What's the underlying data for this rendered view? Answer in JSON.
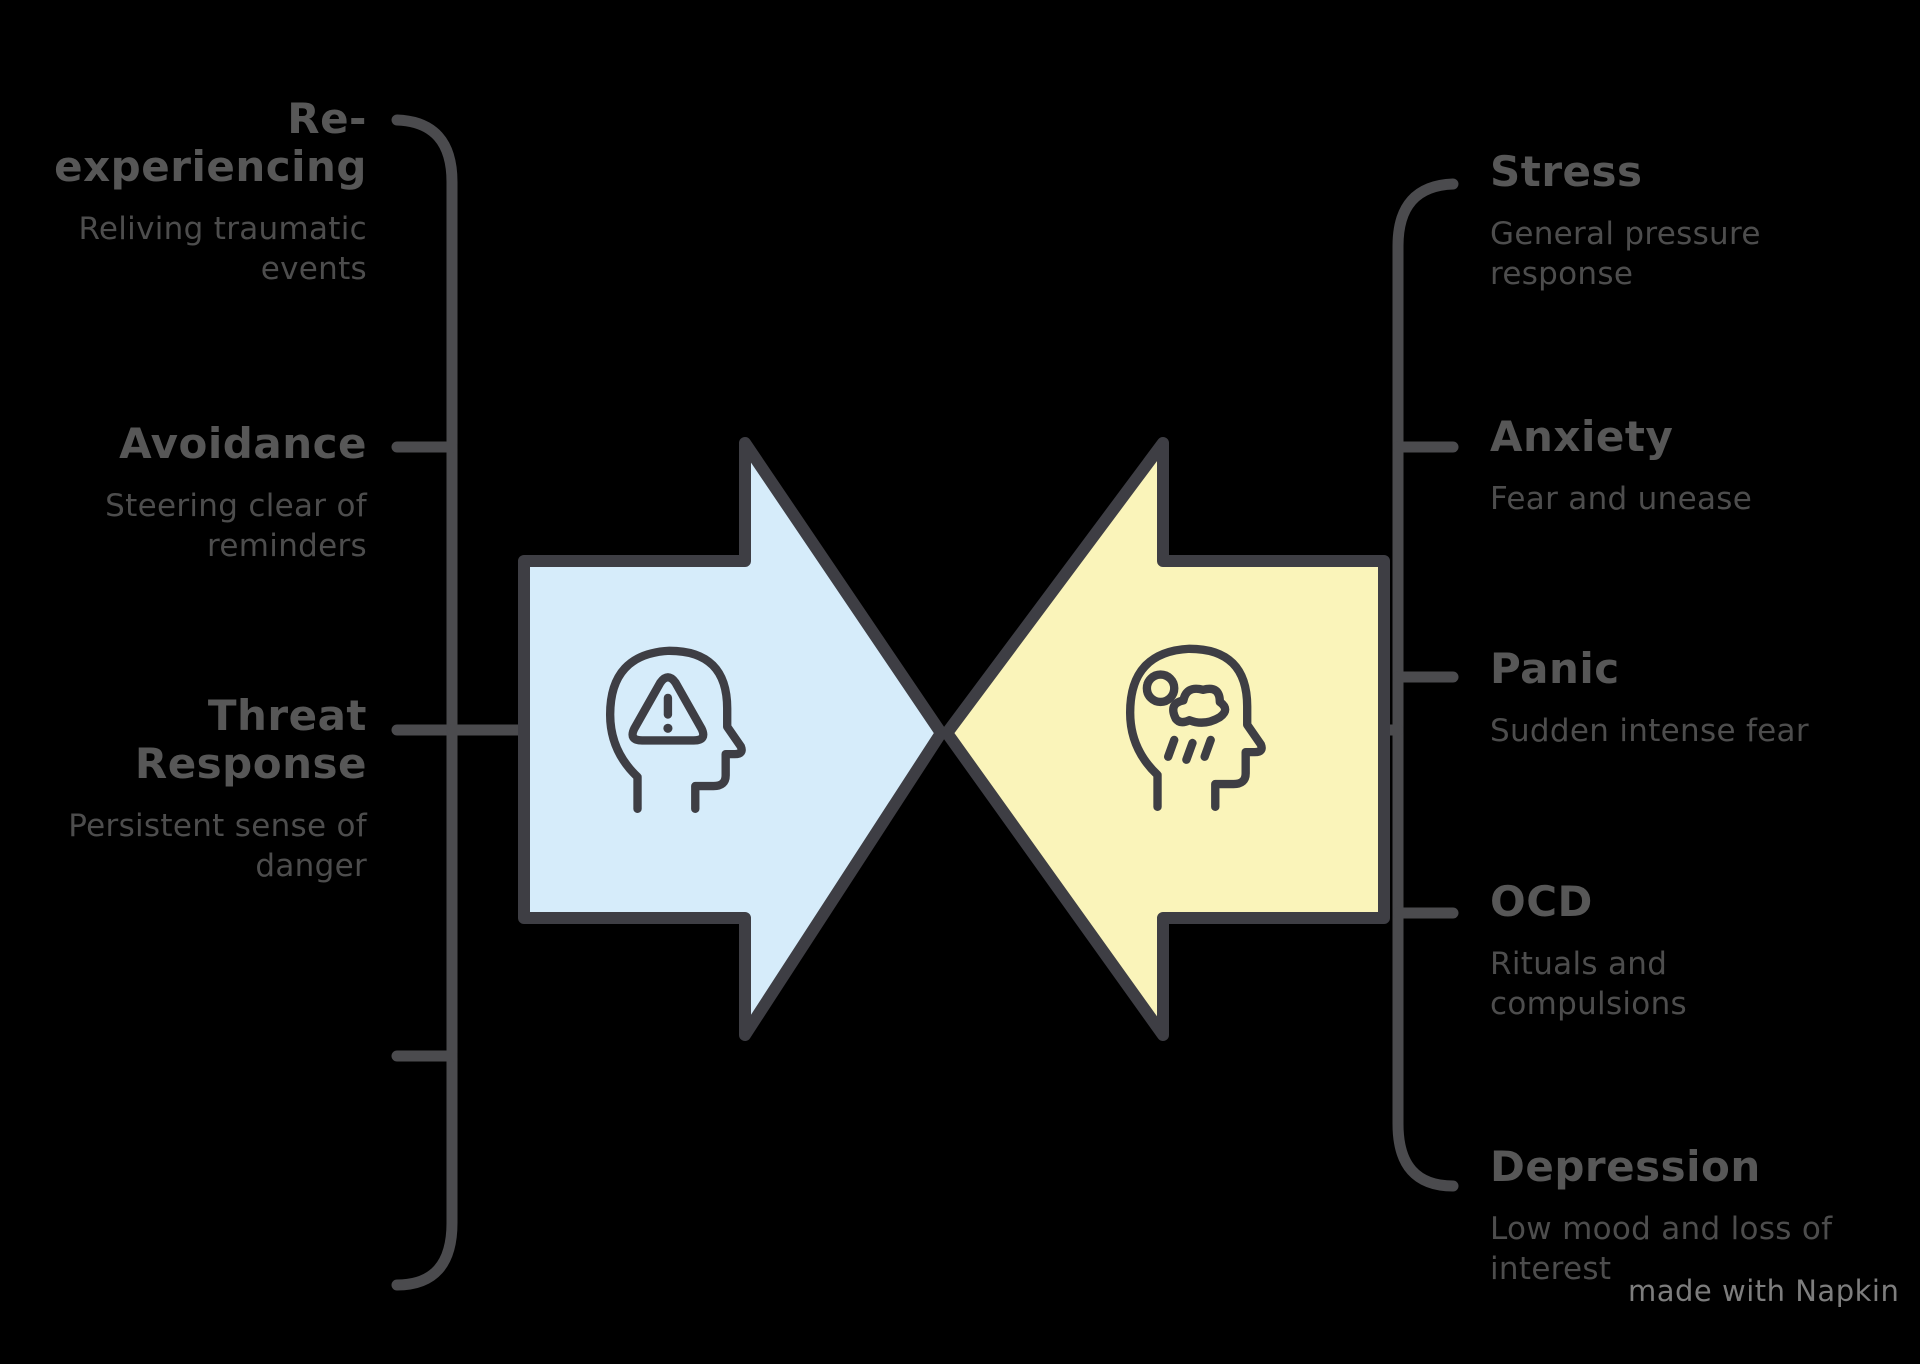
{
  "diagram": {
    "left_panel": {
      "items": [
        {
          "title": "Re-experiencing",
          "subtitle": "Reliving traumatic events"
        },
        {
          "title": "Avoidance",
          "subtitle": "Steering clear of reminders"
        },
        {
          "title": "Threat Response",
          "subtitle": "Persistent sense of danger"
        }
      ]
    },
    "right_panel": {
      "items": [
        {
          "title": "Stress",
          "subtitle": "General pressure response"
        },
        {
          "title": "Anxiety",
          "subtitle": "Fear and unease"
        },
        {
          "title": "Panic",
          "subtitle": "Sudden intense fear"
        },
        {
          "title": "OCD",
          "subtitle": "Rituals and compulsions"
        },
        {
          "title": "Depression",
          "subtitle": "Low mood and loss of interest"
        }
      ]
    },
    "center": {
      "left_arrow_icon": "head-with-warning-triangle",
      "right_arrow_icon": "head-with-rain-cloud"
    },
    "watermark": "made with Napkin",
    "colors": {
      "background": "#000000",
      "left_arrow_fill": "#d6ecfa",
      "right_arrow_fill": "#faf4ba",
      "outline": "#3e3e44",
      "bracket": "#4b4b4e",
      "title_text": "#575757",
      "subtitle_text": "#4d4d4d"
    }
  }
}
